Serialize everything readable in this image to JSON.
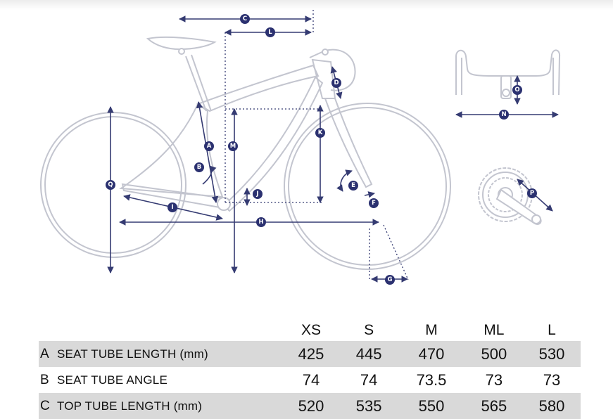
{
  "dimension_letters": [
    "A",
    "B",
    "C",
    "D",
    "E",
    "F",
    "G",
    "H",
    "I",
    "J",
    "K",
    "L",
    "M",
    "N",
    "O",
    "P",
    "Q"
  ],
  "colors": {
    "accent": "#2b3170",
    "frame": "#c3c5cf",
    "row_shade": "#d9d9d9"
  },
  "table": {
    "sizes": [
      "XS",
      "S",
      "M",
      "ML",
      "L"
    ],
    "rows": [
      {
        "letter": "A",
        "label": "SEAT TUBE LENGTH (mm)",
        "values": [
          "425",
          "445",
          "470",
          "500",
          "530"
        ]
      },
      {
        "letter": "B",
        "label": "SEAT TUBE ANGLE",
        "values": [
          "74",
          "74",
          "73.5",
          "73",
          "73"
        ]
      },
      {
        "letter": "C",
        "label": "TOP TUBE LENGTH (mm)",
        "values": [
          "520",
          "535",
          "550",
          "565",
          "580"
        ]
      }
    ]
  }
}
